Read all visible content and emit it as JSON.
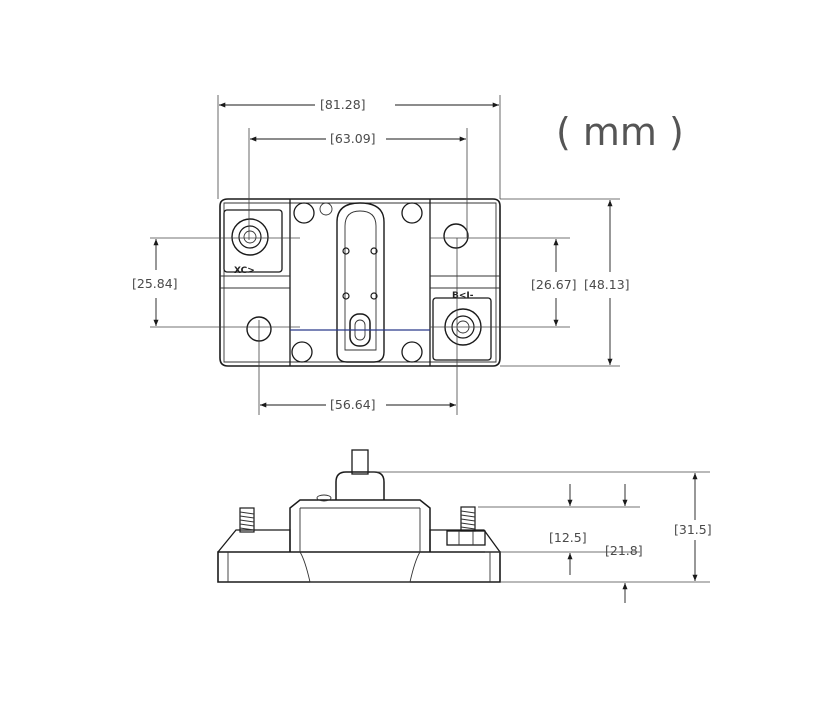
{
  "units_label": "( mm )",
  "dimensions": {
    "overall_width": "[81.28]",
    "hole_spacing_top": "[63.09]",
    "terminal_vertical_left": "[25.84]",
    "terminal_vertical_right": "[26.67]",
    "overall_height": "[48.13]",
    "hole_spacing_bottom": "[56.64]",
    "stud_height": "[12.5]",
    "body_height": "[21.8]",
    "total_height": "[31.5]"
  },
  "terminal_marks": {
    "left": "XC>",
    "right": "B<I-"
  },
  "colors": {
    "line": "#1a1a1a",
    "text": "#4a4a4a",
    "accent_line": "#2b3a8a"
  }
}
